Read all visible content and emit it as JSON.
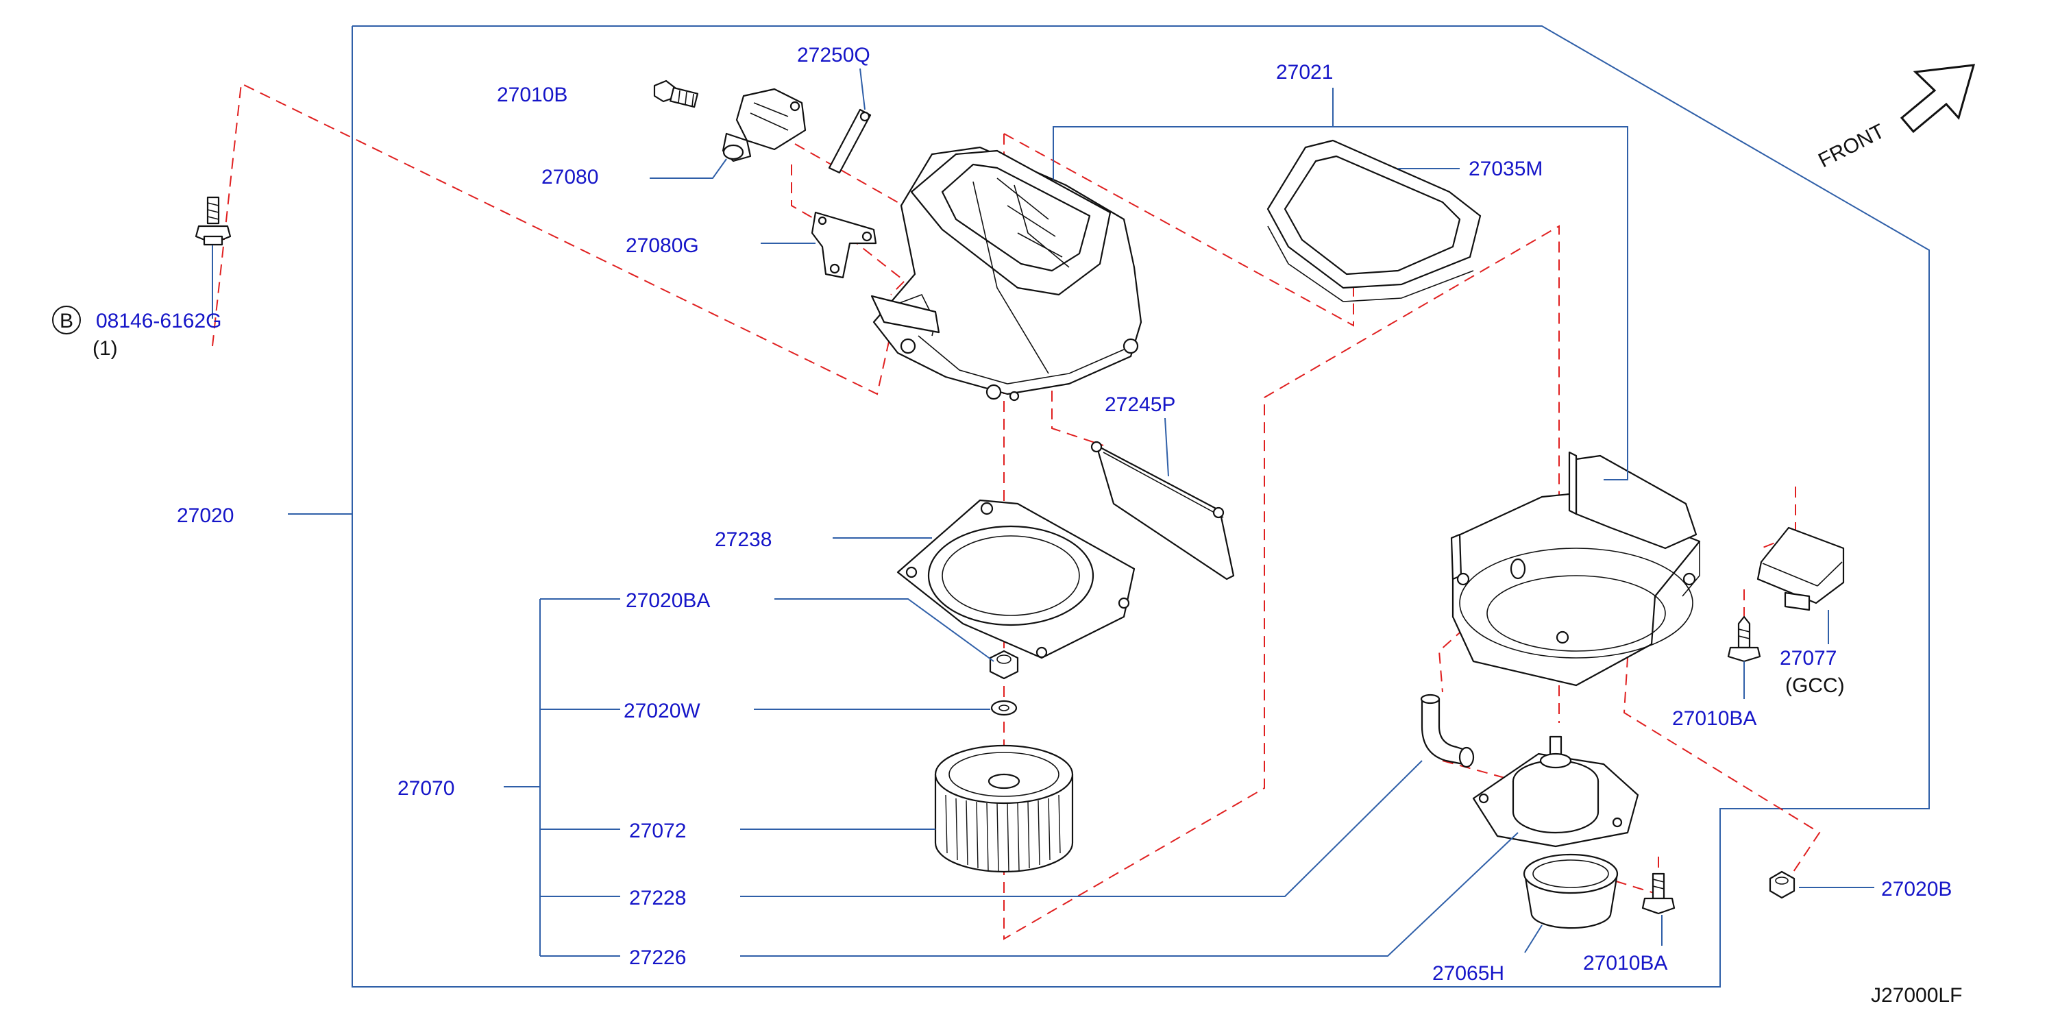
{
  "parts": {
    "p27250Q": "27250Q",
    "p27010B": "27010B",
    "p27021": "27021",
    "p27080": "27080",
    "p27035M": "27035M",
    "p27080G": "27080G",
    "p08146": "08146-6162G",
    "p08146_qty": "(1)",
    "p08146_badge": "B",
    "p27245P": "27245P",
    "p27020": "27020",
    "p27238": "27238",
    "p27020BA": "27020BA",
    "p27020W": "27020W",
    "p27070": "27070",
    "p27072": "27072",
    "p27228": "27228",
    "p27226": "27226",
    "p27077": "27077",
    "p27077_note": "(GCC)",
    "p27010BA_a": "27010BA",
    "p27020B": "27020B",
    "p27065H": "27065H",
    "p27010BA_b": "27010BA"
  },
  "front_label": "FRONT",
  "diagram_code": "J27000LF",
  "colors": {
    "label": "#1515c8",
    "leader": "#2f5fa8",
    "dashed": "#e02020",
    "part": "#111111"
  }
}
